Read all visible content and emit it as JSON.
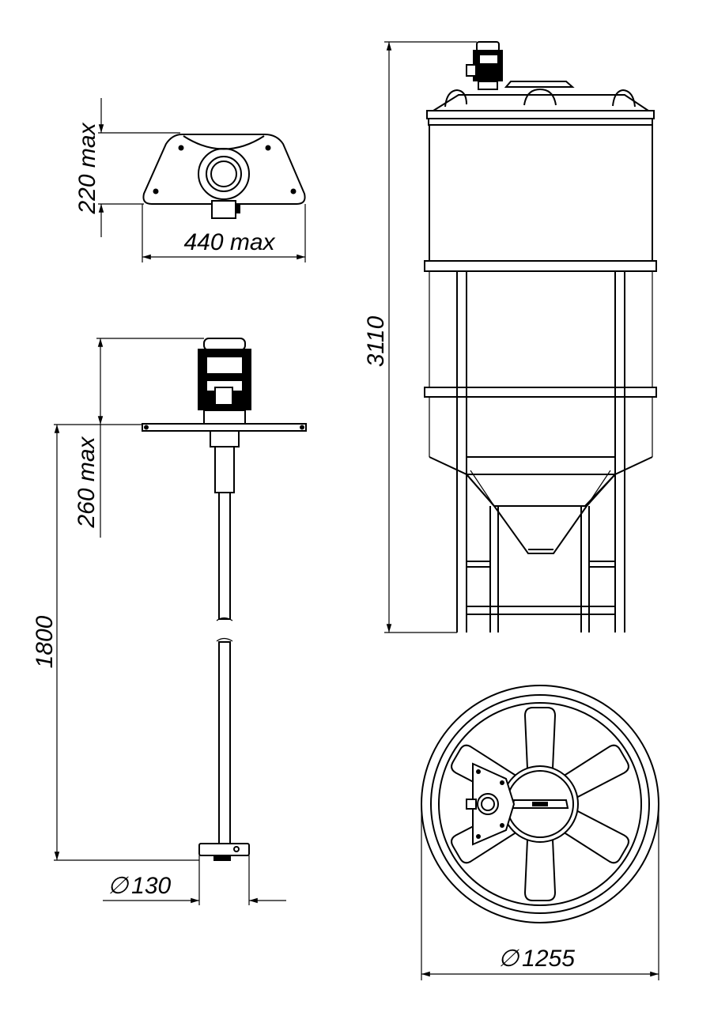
{
  "dimensions": {
    "bracket_height": "220 max",
    "bracket_width": "440 max",
    "motor_height": "260 max",
    "shaft_length": "1800",
    "impeller_diameter": "130",
    "tank_height": "3110",
    "tank_diameter": "1255"
  },
  "diameter_symbol": "∅",
  "colors": {
    "line": "#000000",
    "background": "#ffffff"
  }
}
